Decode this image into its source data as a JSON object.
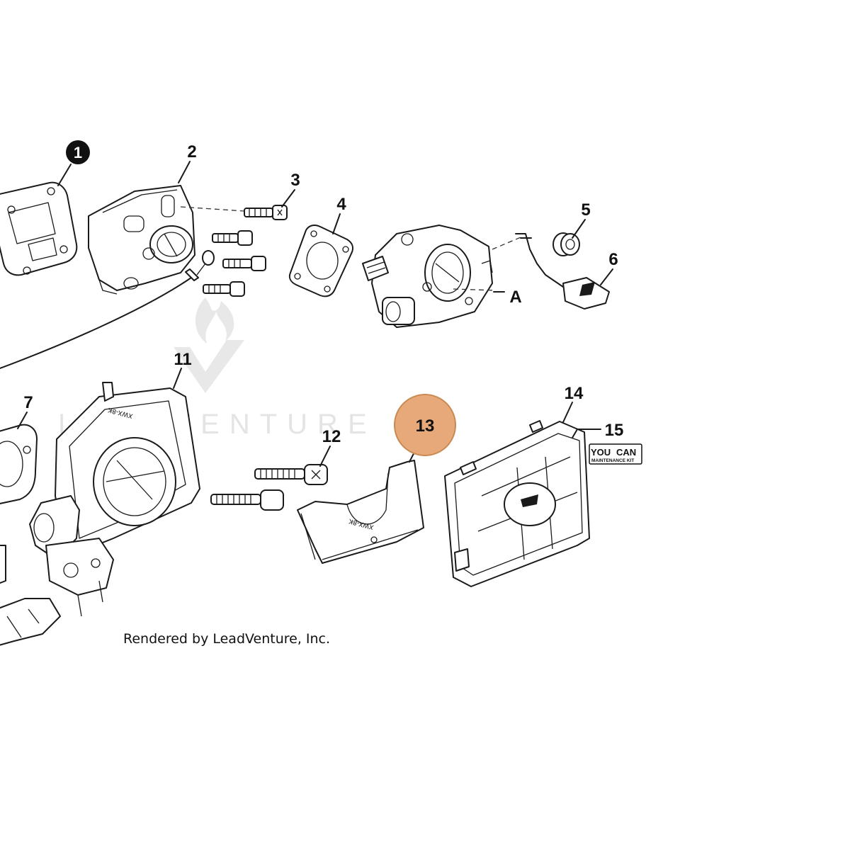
{
  "callouts": {
    "c1": "1",
    "c2": "2",
    "c3": "3",
    "c4": "4",
    "c5": "5",
    "c6": "6",
    "c7": "7",
    "c11": "11",
    "c12": "12",
    "c13": "13",
    "c14": "14",
    "c15": "15",
    "ref_a": "A"
  },
  "highlight": {
    "label": "13",
    "color": "#e8a97a",
    "border": "#c98a55"
  },
  "watermark": {
    "text": "LEADVENTURE"
  },
  "kit_badge": {
    "line1": "YOU",
    "line2": "CAN",
    "line3": "MAINTENANCE KIT"
  },
  "credit": "Rendered by LeadVenture, Inc."
}
